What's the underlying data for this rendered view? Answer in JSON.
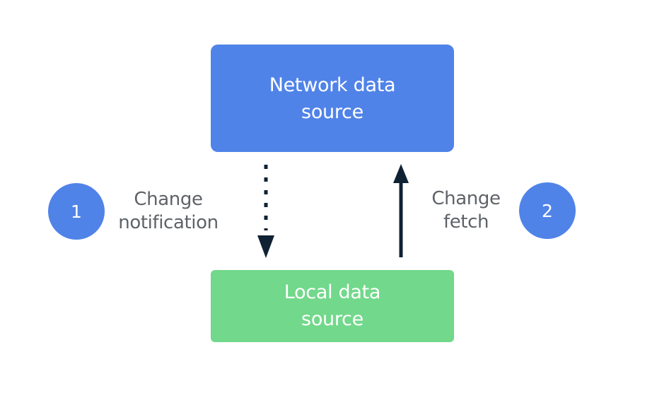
{
  "nodes": {
    "network": {
      "label": "Network data\nsource",
      "color": "#5083e8"
    },
    "local": {
      "label": "Local data\nsource",
      "color": "#72d88b"
    }
  },
  "steps": [
    {
      "number": "1",
      "label": "Change\nnotification"
    },
    {
      "number": "2",
      "label": "Change\nfetch"
    }
  ],
  "colors": {
    "arrow": "#0f2233",
    "label_text": "#5f6368",
    "step_circle": "#5083e8"
  }
}
